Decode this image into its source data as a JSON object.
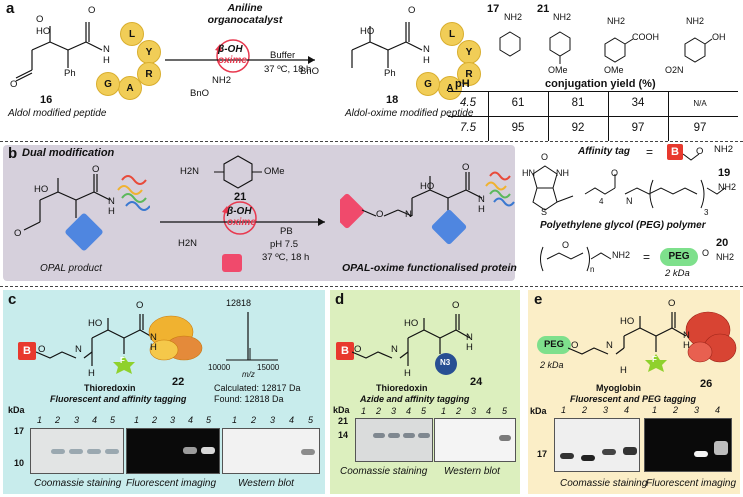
{
  "panel_a": {
    "letter": "a",
    "catalyst_title": "Aniline organocatalyst",
    "catalyst_title_l1": "Aniline",
    "catalyst_title_l2": "organocatalyst",
    "beta_oh": "β-OH",
    "oxime": "oxime",
    "buffer": "Buffer",
    "conditions": "37 ºC, 18 h",
    "reagent": "BnO",
    "reagent_nh2": "NH2",
    "start_label": "Aldol modified peptide",
    "start_num": "16",
    "product_label": "Aldol-oxime modified peptide",
    "product_num": "18",
    "product_bno": "BnO",
    "peptide": [
      "L",
      "Y",
      "R",
      "A",
      "G"
    ],
    "atoms": {
      "HO": "HO",
      "O": "O",
      "N": "N",
      "H": "H",
      "Ph": "Ph"
    },
    "table": {
      "compounds": [
        "17",
        "21"
      ],
      "ph_header": "pH",
      "yield_header": "conjugation yield (%)",
      "rows": [
        {
          "ph": "4.5",
          "values": [
            "61",
            "81",
            "34",
            "N/A"
          ]
        },
        {
          "ph": "7.5",
          "values": [
            "95",
            "92",
            "97",
            "97"
          ]
        }
      ],
      "substituents": {
        "nh2": "NH2",
        "ome": "OMe",
        "cooh": "COOH",
        "no2": "O2N",
        "oh": "OH"
      }
    }
  },
  "panel_b": {
    "letter": "b",
    "title": "Dual modification",
    "reagent_num": "21",
    "reagent_ome": "OMe",
    "reagent_nh2": "H2N",
    "beta_oh": "β-OH",
    "oxime": "oxime",
    "buffer": "PB",
    "ph": "pH 7.5",
    "conditions": "37 ºC, 18 h",
    "h2n": "H2N",
    "start_label": "OPAL product",
    "product_label": "OPAL-oxime functionalised protein",
    "affinity_tag_label": "Affinity tag",
    "affinity_num": "19",
    "peg_polymer_label": "Polyethylene glycol (PEG) polymer",
    "peg_num": "20",
    "peg_badge": "PEG",
    "peg_kda": "2 kDa",
    "b_badge": "B",
    "equals": "=",
    "subscript_4": "4",
    "subscript_3": "3",
    "subscript_n": "n",
    "nh2": "NH2",
    "atoms": {
      "HO": "HO",
      "O": "O",
      "N": "N",
      "H": "H",
      "S": "S",
      "HN": "HN",
      "NH": "NH"
    }
  },
  "panel_c": {
    "letter": "c",
    "protein": "Thioredoxin",
    "subtitle": "Fluorescent and affinity tagging",
    "num": "22",
    "ms_peak": "12818",
    "ms_tick1": "10000",
    "ms_tick2": "15000",
    "ms_axis": "m/z",
    "calculated": "Calculated: 12817 Da",
    "found": "Found: 12818 Da",
    "kda": "kDa",
    "marker_17": "17",
    "marker_10": "10",
    "lanes": [
      "1",
      "2",
      "3",
      "4",
      "5"
    ],
    "blot_labels": [
      "Coomassie staining",
      "Fluorescent imaging",
      "Western blot"
    ],
    "b_badge": "B",
    "f_badge": "F",
    "colors": {
      "bg": "#c8ecec",
      "b": "#e8392e",
      "star": "#8fd12c"
    }
  },
  "panel_d": {
    "letter": "d",
    "protein": "Thioredoxin",
    "subtitle": "Azide and affinity tagging",
    "num": "24",
    "kda": "kDa",
    "marker_21": "21",
    "marker_14": "14",
    "lanes": [
      "1",
      "2",
      "3",
      "4",
      "5"
    ],
    "blot_labels": [
      "Coomassie staining",
      "Western blot"
    ],
    "b_badge": "B",
    "n3_badge": "N3",
    "colors": {
      "bg": "#dcefbe",
      "n3": "#284f93"
    }
  },
  "panel_e": {
    "letter": "e",
    "protein": "Myoglobin",
    "subtitle": "Fluorescent and PEG tagging",
    "num": "26",
    "peg_badge": "PEG",
    "peg_kda": "2 kDa",
    "kda": "kDa",
    "marker_17": "17",
    "lanes": [
      "1",
      "2",
      "3",
      "4"
    ],
    "blot_labels": [
      "Coomassie staining",
      "Fluorescent imaging"
    ],
    "f_badge": "F",
    "colors": {
      "bg": "#fbeec7",
      "peg": "#7ee08c"
    }
  }
}
